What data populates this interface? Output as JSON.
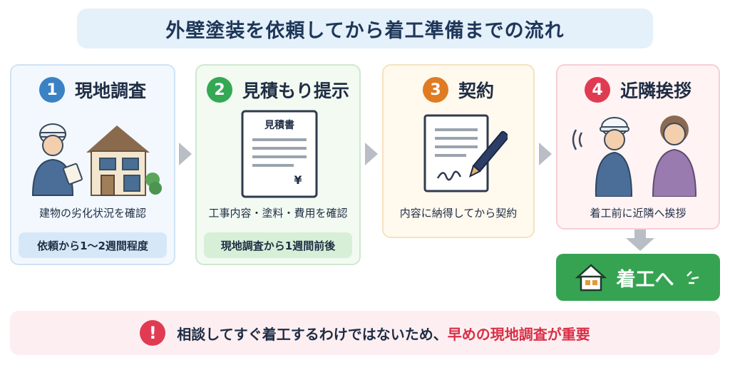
{
  "title": "外壁塗装を依頼してから着工準備までの流れ",
  "steps": [
    {
      "number": "1",
      "title": "現地調査",
      "description": "建物の劣化状況を確認",
      "timing": "依頼から1〜2週間程度",
      "color": "#3b82c4"
    },
    {
      "number": "2",
      "title": "見積もり提示",
      "description": "工事内容・塗料・費用を確認",
      "timing": "現地調査から1週間前後",
      "color": "#34a853",
      "document_title": "見積書",
      "currency_symbol": "¥"
    },
    {
      "number": "3",
      "title": "契約",
      "description": "内容に納得してから契約",
      "color": "#e07b22"
    },
    {
      "number": "4",
      "title": "近隣挨拶",
      "description": "着工前に近隣へ挨拶",
      "color": "#e03b52"
    }
  ],
  "start": {
    "label": "着工へ",
    "color": "#36a353",
    "icon": "house-icon"
  },
  "note": {
    "alert_symbol": "!",
    "text": "相談してすぐ着工するわけではないため、",
    "emphasis": "早めの現地調査が重要",
    "emphasis_color": "#d92f46"
  }
}
